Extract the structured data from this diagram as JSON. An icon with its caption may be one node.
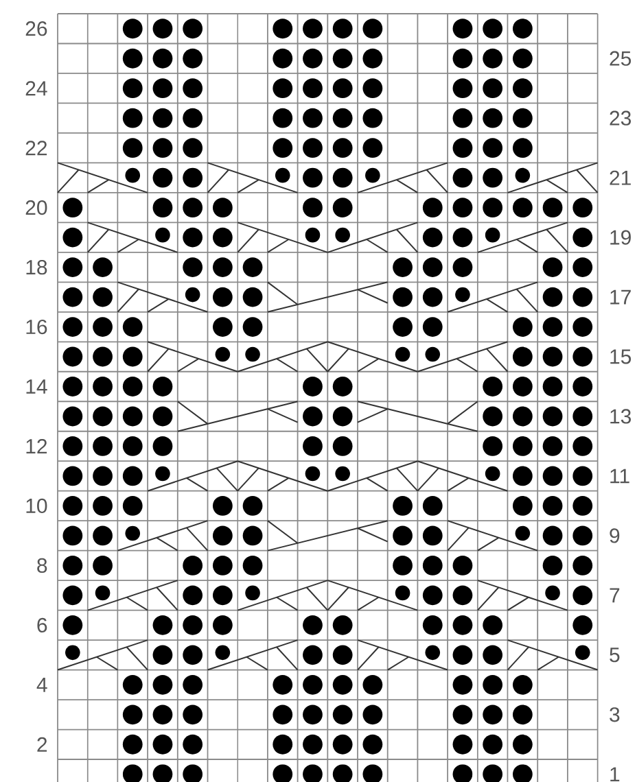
{
  "diagram": {
    "labels": [
      "26",
      "25",
      "24",
      "23",
      "22",
      "21",
      "20",
      "19",
      "18",
      "17",
      "16",
      "15",
      "14",
      "13",
      "12",
      "11",
      "10",
      "9",
      "8",
      "7",
      "6",
      "5",
      "4",
      "3",
      "2",
      "1"
    ]
  }
}
